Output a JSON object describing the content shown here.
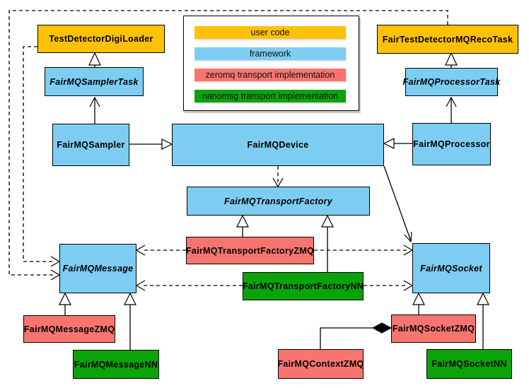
{
  "classes": {
    "loader": {
      "label": "TestDetectorDigiLoader",
      "category": "user code",
      "abstract": false
    },
    "recoTask": {
      "label": "FairTestDetectorMQRecoTask",
      "category": "user code",
      "abstract": false
    },
    "samplerTask": {
      "label": "FairMQSamplerTask",
      "category": "framework",
      "abstract": true
    },
    "processorTask": {
      "label": "FairMQProcessorTask",
      "category": "framework",
      "abstract": true
    },
    "sampler": {
      "label": "FairMQSampler",
      "category": "framework",
      "abstract": false
    },
    "device": {
      "label": "FairMQDevice",
      "category": "framework",
      "abstract": false
    },
    "processor": {
      "label": "FairMQProcessor",
      "category": "framework",
      "abstract": false
    },
    "transportFactory": {
      "label": "FairMQTransportFactory",
      "category": "framework",
      "abstract": true
    },
    "transportFactoryZMQ": {
      "label": "FairMQTransportFactoryZMQ",
      "category": "zeromq transport implementation",
      "abstract": false
    },
    "transportFactoryNN": {
      "label": "FairMQTransportFactoryNN",
      "category": "nanomsg transport implementation",
      "abstract": false
    },
    "message": {
      "label": "FairMQMessage",
      "category": "framework",
      "abstract": true
    },
    "socket": {
      "label": "FairMQSocket",
      "category": "framework",
      "abstract": true
    },
    "messageZMQ": {
      "label": "FairMQMessageZMQ",
      "category": "zeromq transport implementation",
      "abstract": false
    },
    "messageNN": {
      "label": "FairMQMessageNN",
      "category": "nanomsg transport implementation",
      "abstract": false
    },
    "socketZMQ": {
      "label": "FairMQSocketZMQ",
      "category": "zeromq transport implementation",
      "abstract": false
    },
    "socketNN": {
      "label": "FairMQSocketNN",
      "category": "nanomsg transport implementation",
      "abstract": false
    },
    "contextZMQ": {
      "label": "FairMQContextZMQ",
      "category": "zeromq transport implementation",
      "abstract": false
    }
  },
  "legend": {
    "items": [
      {
        "label": "user code",
        "color": "#FFC107"
      },
      {
        "label": "framework",
        "color": "#7CCDF1"
      },
      {
        "label": "zeromq transport implementation",
        "color": "#F8756F"
      },
      {
        "label": "nanomsg transport implementation",
        "color": "#0AA30A"
      }
    ]
  },
  "relationships": [
    {
      "from": "FairMQSamplerTask",
      "to": "TestDetectorDigiLoader",
      "type": "inheritance"
    },
    {
      "from": "FairMQProcessorTask",
      "to": "FairTestDetectorMQRecoTask",
      "type": "inheritance"
    },
    {
      "from": "FairMQSampler",
      "to": "FairMQDevice",
      "type": "inheritance"
    },
    {
      "from": "FairMQProcessor",
      "to": "FairMQDevice",
      "type": "inheritance"
    },
    {
      "from": "FairMQTransportFactoryZMQ",
      "to": "FairMQTransportFactory",
      "type": "inheritance"
    },
    {
      "from": "FairMQTransportFactoryNN",
      "to": "FairMQTransportFactory",
      "type": "inheritance"
    },
    {
      "from": "FairMQMessageZMQ",
      "to": "FairMQMessage",
      "type": "inheritance"
    },
    {
      "from": "FairMQMessageNN",
      "to": "FairMQMessage",
      "type": "inheritance"
    },
    {
      "from": "FairMQSocketZMQ",
      "to": "FairMQSocket",
      "type": "inheritance"
    },
    {
      "from": "FairMQSocketNN",
      "to": "FairMQSocket",
      "type": "inheritance"
    },
    {
      "from": "FairMQSampler",
      "to": "FairMQSamplerTask",
      "type": "association-arrow"
    },
    {
      "from": "FairMQProcessor",
      "to": "FairMQProcessorTask",
      "type": "association-arrow"
    },
    {
      "from": "FairMQDevice",
      "to": "FairMQSocket",
      "type": "association-arrow"
    },
    {
      "from": "FairMQDevice",
      "to": "FairMQTransportFactory",
      "type": "dependency-dashed"
    },
    {
      "from": "FairMQTransportFactoryZMQ",
      "to": "FairMQMessage",
      "type": "dependency-dashed"
    },
    {
      "from": "FairMQTransportFactoryZMQ",
      "to": "FairMQSocket",
      "type": "dependency-dashed"
    },
    {
      "from": "FairMQTransportFactoryNN",
      "to": "FairMQMessage",
      "type": "dependency-dashed"
    },
    {
      "from": "FairMQTransportFactoryNN",
      "to": "FairMQSocket",
      "type": "dependency-dashed"
    },
    {
      "from": "TestDetectorDigiLoader",
      "to": "FairMQMessage",
      "type": "dependency-dashed"
    },
    {
      "from": "FairTestDetectorMQRecoTask",
      "to": "FairMQMessage",
      "type": "dependency-dashed"
    },
    {
      "from": "FairMQContextZMQ",
      "to": "FairMQSocketZMQ",
      "type": "composition"
    }
  ],
  "colors": {
    "line": "#000000",
    "box_border": "#000000",
    "background": "#FFFFFF"
  }
}
